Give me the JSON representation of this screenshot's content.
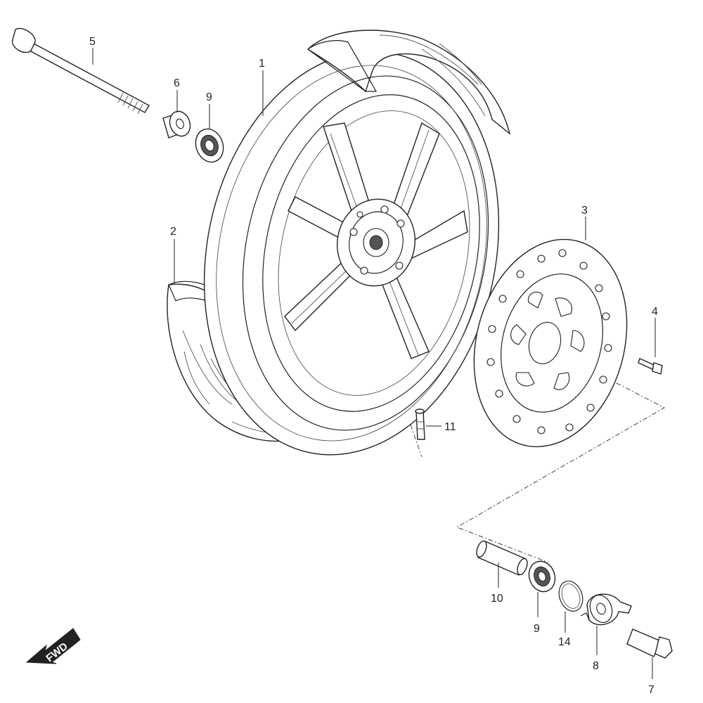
{
  "callouts": {
    "p1": "1",
    "p2": "2",
    "p3": "3",
    "p4": "4",
    "p5": "5",
    "p6": "6",
    "p7": "7",
    "p8": "8",
    "p9a": "9",
    "p9b": "9",
    "p10": "10",
    "p11": "11",
    "p14": "14"
  },
  "direction_label": "FWD"
}
